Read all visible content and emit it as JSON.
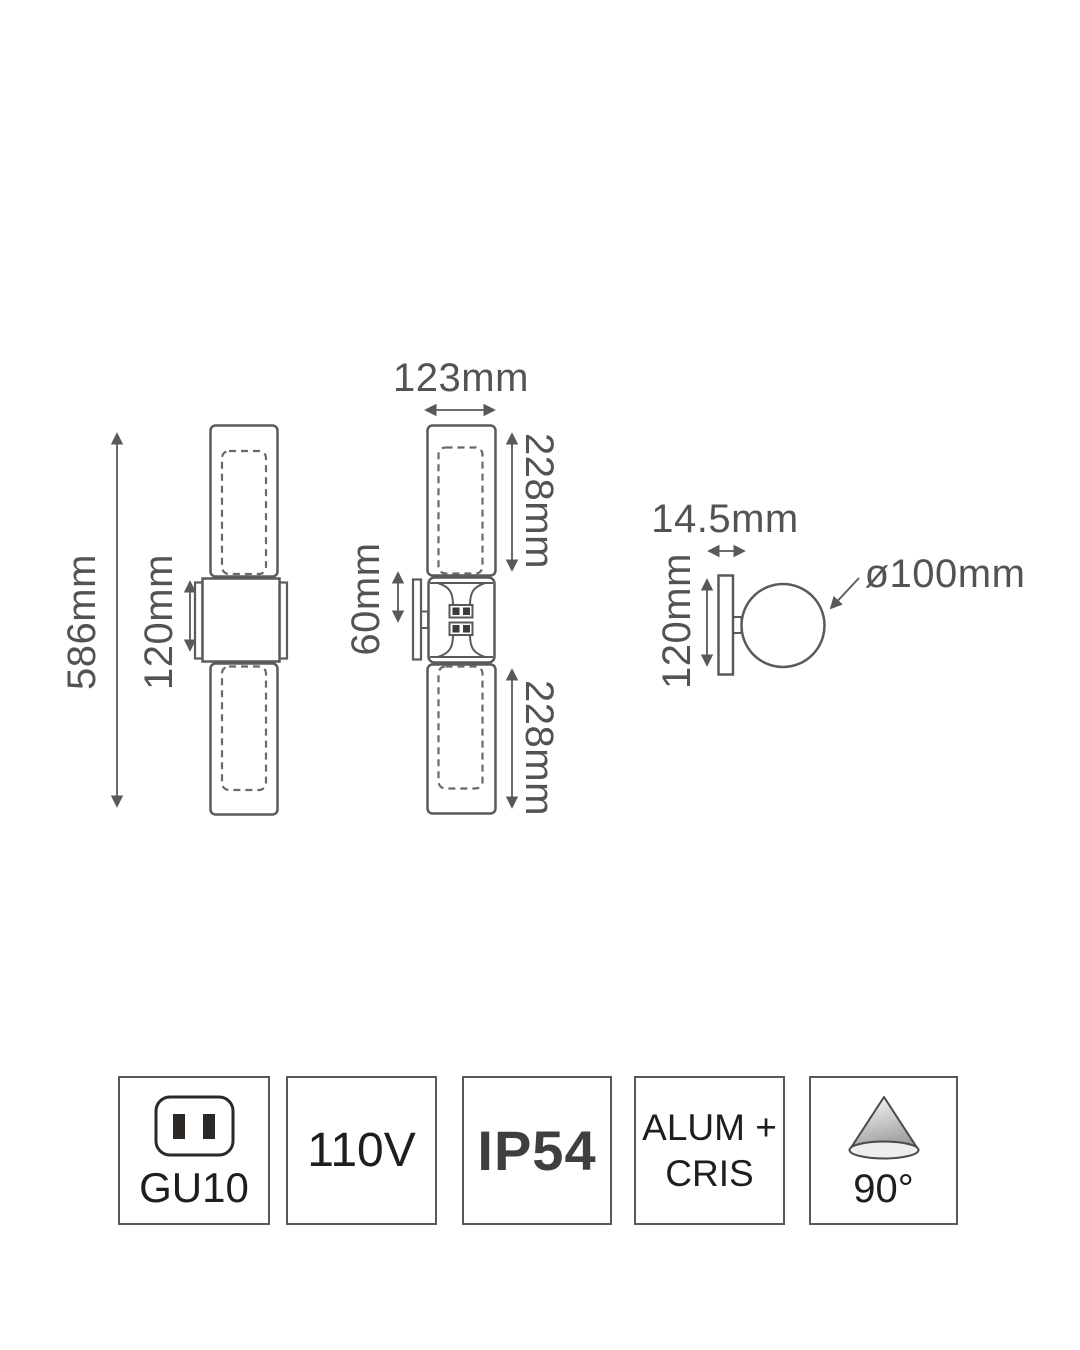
{
  "drawing": {
    "front_view": {
      "total_height_label": "586mm",
      "bracket_height_label": "120mm"
    },
    "section_view": {
      "width_label": "123mm",
      "upper_glass_label": "228mm",
      "body_label": "60mm",
      "lower_glass_label": "228mm"
    },
    "side_view": {
      "depth_label": "14.5mm",
      "height_label": "120mm",
      "diameter_label": "ø100mm"
    }
  },
  "specs": [
    {
      "name": "lamp-socket",
      "icon": "gu10-plug-icon",
      "label": "GU10"
    },
    {
      "name": "voltage",
      "label": "110V"
    },
    {
      "name": "ip-rating",
      "label": "IP54"
    },
    {
      "name": "material",
      "line1": "ALUM +",
      "line2": "CRIS"
    },
    {
      "name": "beam-angle",
      "icon": "beam-cone-icon",
      "label": "90°"
    }
  ],
  "colors": {
    "line": "#58595b",
    "dim_text": "#525357",
    "box_border": "#58595b",
    "box_text": "#1e1e1c",
    "ip_text": "#3f3f41",
    "icon_dark": "#2b2825"
  }
}
